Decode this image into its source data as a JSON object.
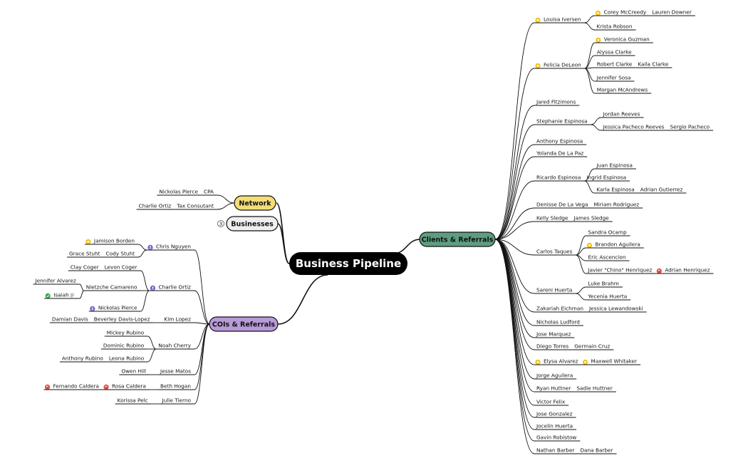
{
  "central": "Business Pipeline",
  "colors": {
    "network": "#f3dd78",
    "businesses": "#efefef",
    "clients": "#5e9e80",
    "cois": "#b79ad8",
    "central": "#000000",
    "star_icon": "#f4c20d",
    "person_icon": "#6b5fc7",
    "check_icon": "#2fa84f",
    "flag_icon": "#e04b4b"
  },
  "network": {
    "label": "Network",
    "children": [
      {
        "label": "CPA",
        "children": [
          {
            "label": "Nickolas Pierce"
          }
        ]
      },
      {
        "label": "Tax Consutant",
        "children": [
          {
            "label": "Charlie Ortiz"
          }
        ]
      }
    ]
  },
  "businesses": {
    "label": "Businesses",
    "badge": "3"
  },
  "cois": {
    "label": "COIs & Referrals",
    "children": [
      {
        "label": "Chris Nguyen",
        "icon": "person",
        "children": [
          {
            "label": "Jamison Borden",
            "icon": "star"
          },
          {
            "label": "Cody Stuht",
            "children": [
              {
                "label": "Grace Stuht"
              }
            ]
          }
        ]
      },
      {
        "label": "Charlie Ortiz",
        "icon": "person",
        "children": [
          {
            "label": "Levon Coger",
            "children": [
              {
                "label": "Clay Coger"
              }
            ]
          },
          {
            "label": "Nietzche Camareno",
            "children": [
              {
                "label": "Jennifer Alvarez"
              },
              {
                "label": "Isaiah",
                "icon": "check",
                "note": true
              }
            ]
          },
          {
            "label": "Nickolas Pierce",
            "icon": "person"
          }
        ]
      },
      {
        "label": "Kim Lopez",
        "children": [
          {
            "label": "Beverley Davis-Lopez",
            "children": [
              {
                "label": "Damian Davis"
              }
            ]
          }
        ]
      },
      {
        "label": "Noah Cherry",
        "children": [
          {
            "label": "Mickey Rubino"
          },
          {
            "label": "Dominic Rubino"
          },
          {
            "label": "Leona Rubino",
            "children": [
              {
                "label": "Anthony Rubino"
              }
            ]
          }
        ]
      },
      {
        "label": "Jesse Matos",
        "children": [
          {
            "label": "Owen Hill"
          }
        ]
      },
      {
        "label": "Beth Hogan",
        "children": [
          {
            "label": "Rosa Caldera",
            "icon": "flag",
            "children": [
              {
                "label": "Fernando Caldera",
                "icon": "flag"
              }
            ]
          }
        ]
      },
      {
        "label": "Julie Tierno",
        "children": [
          {
            "label": "Korissa Pelc"
          }
        ]
      }
    ]
  },
  "clients": {
    "label": "Clients & Referrals",
    "children": [
      {
        "label": "Louisa Iversen",
        "icon": "star",
        "children": [
          {
            "label": "Corey McCreedy",
            "icon": "star",
            "children": [
              {
                "label": "Lauren Downer"
              }
            ]
          },
          {
            "label": "Krista Robson"
          }
        ]
      },
      {
        "label": "Felicia DeLeon",
        "icon": "star",
        "children": [
          {
            "label": "Veronica Guzman",
            "icon": "star"
          },
          {
            "label": "Alyssa Clarke"
          },
          {
            "label": "Robert Clarke",
            "children": [
              {
                "label": "Kaila Clarke"
              }
            ]
          },
          {
            "label": "Jennifer Sosa"
          },
          {
            "label": "Morgan McAndrews"
          }
        ]
      },
      {
        "label": "Jared Fitzimons"
      },
      {
        "label": "Stephanie Espinosa",
        "children": [
          {
            "label": "Jordan Reeves"
          },
          {
            "label": "Jessica Pacheco Reeves",
            "children": [
              {
                "label": "Sergio Pacheco"
              }
            ]
          }
        ]
      },
      {
        "label": "Anthony Espinosa"
      },
      {
        "label": "Yolanda De La Paz"
      },
      {
        "label": "Ricardo Espinosa",
        "children": [
          {
            "label": "Juan Espinosa"
          },
          {
            "label": "Ingrid Espinosa"
          },
          {
            "label": "Karla Espinosa",
            "children": [
              {
                "label": "Adrian Gutierrez"
              }
            ]
          }
        ]
      },
      {
        "label": "Denisse De La Vega",
        "children": [
          {
            "label": "Miriam Rodriguez"
          }
        ]
      },
      {
        "label": "Kelly Sledge",
        "children": [
          {
            "label": "James Sledge"
          }
        ]
      },
      {
        "label": "Carlos Taques",
        "children": [
          {
            "label": "Sandra Ocamp"
          },
          {
            "label": "Brandon Aguilera",
            "icon": "star"
          },
          {
            "label": "Eric Ascencion"
          },
          {
            "label": "Javier \"Chino\" Henriquez",
            "children": [
              {
                "label": "Adrian Henriquez",
                "icon": "flag"
              }
            ]
          }
        ]
      },
      {
        "label": "Sareni Huerta",
        "children": [
          {
            "label": "Luke Brahm"
          },
          {
            "label": "Yecenia Huerta"
          }
        ]
      },
      {
        "label": "Zakariah Eichman",
        "children": [
          {
            "label": "Jessica Lewandowski"
          }
        ]
      },
      {
        "label": "Nicholas Ludford"
      },
      {
        "label": "Jose Marquez"
      },
      {
        "label": "Diego Torres",
        "children": [
          {
            "label": "Germain Cruz"
          }
        ]
      },
      {
        "label": "Elysa Alvarez",
        "icon": "star",
        "children": [
          {
            "label": "Maxwell Whitaker",
            "icon": "star"
          }
        ]
      },
      {
        "label": "Jorge Aguilera"
      },
      {
        "label": "Ryan Huttner",
        "children": [
          {
            "label": "Sadie Huttner"
          }
        ]
      },
      {
        "label": "Victor Felix"
      },
      {
        "label": "Jose Gonzalez"
      },
      {
        "label": "Jocelin Huerta"
      },
      {
        "label": "Gavin Robistow"
      },
      {
        "label": "Nathan Barber",
        "children": [
          {
            "label": "Dana Barber"
          }
        ]
      }
    ]
  }
}
